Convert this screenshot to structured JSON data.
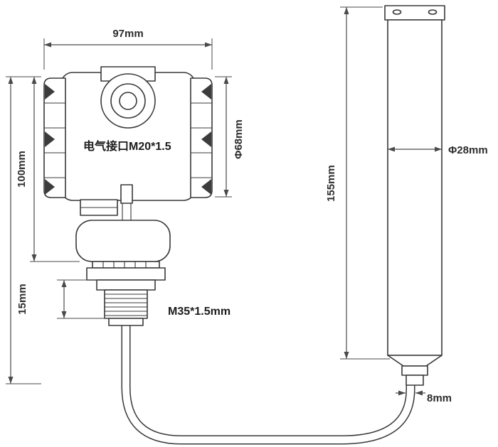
{
  "diagram": {
    "colors": {
      "background": "#ffffff",
      "line": "#3a3a3a",
      "dimension": "#4a4a4a",
      "text": "#2d2d2d"
    },
    "labels": {
      "width_97": "97mm",
      "height_100": "100mm",
      "dia_68": "Φ68mm",
      "electrical_port": "电气接口M20*1.5",
      "thread_15": "15mm",
      "thread_spec": "M35*1.5mm",
      "probe_length_155": "155mm",
      "probe_dia_28": "Φ28mm",
      "cable_dia_8": "8mm"
    }
  }
}
